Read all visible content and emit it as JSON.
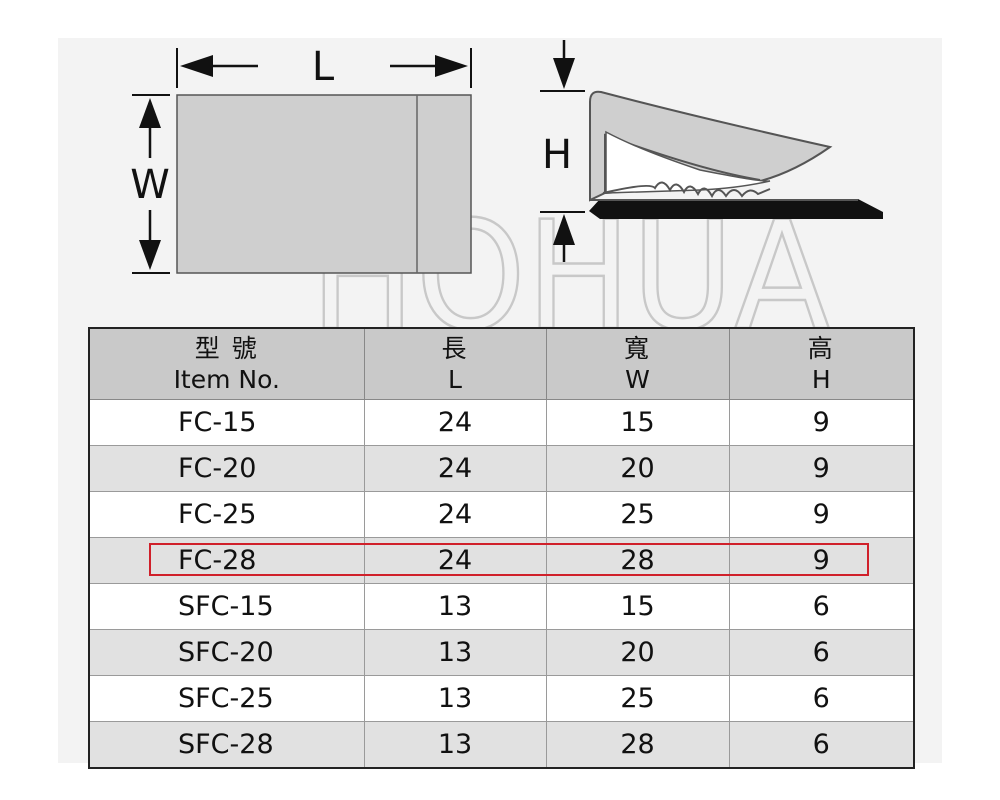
{
  "diagram": {
    "length_label": "L",
    "width_label": "W",
    "height_label": "H",
    "watermark": "HOHUA"
  },
  "table": {
    "header": {
      "item_zh": "型 號",
      "item_en": "Item No.",
      "length_zh": "長",
      "length_en": "L",
      "width_zh": "寬",
      "width_en": "W",
      "height_zh": "高",
      "height_en": "H"
    },
    "rows": [
      {
        "item": "FC-15",
        "l": "24",
        "w": "15",
        "h": "9"
      },
      {
        "item": "FC-20",
        "l": "24",
        "w": "20",
        "h": "9"
      },
      {
        "item": "FC-25",
        "l": "24",
        "w": "25",
        "h": "9"
      },
      {
        "item": "FC-28",
        "l": "24",
        "w": "28",
        "h": "9"
      },
      {
        "item": "SFC-15",
        "l": "13",
        "w": "15",
        "h": "6"
      },
      {
        "item": "SFC-20",
        "l": "13",
        "w": "20",
        "h": "6"
      },
      {
        "item": "SFC-25",
        "l": "13",
        "w": "25",
        "h": "6"
      },
      {
        "item": "SFC-28",
        "l": "13",
        "w": "28",
        "h": "6"
      }
    ],
    "highlighted_row": "FC-28",
    "highlight_color": "#d0202a"
  }
}
